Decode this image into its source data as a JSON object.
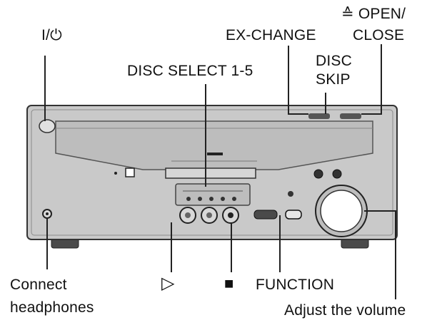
{
  "labels": {
    "power": "I/⏻",
    "ex_change": "EX-CHANGE",
    "open_close_line1": "≙ OPEN/",
    "open_close_line2": "CLOSE",
    "disc_skip_line1": "DISC",
    "disc_skip_line2": "SKIP",
    "disc_select": "DISC SELECT 1-5",
    "play": "▷",
    "stop": "■",
    "function": "FUNCTION",
    "headphones_line1": "Connect",
    "headphones_line2": "headphones",
    "volume": "Adjust the volume"
  },
  "icons": {
    "power": "power-icon",
    "play": "play-icon",
    "stop": "stop-icon"
  },
  "colors": {
    "unit_body": "#c9c9c9",
    "unit_outline": "#333333",
    "background": "#ffffff"
  }
}
